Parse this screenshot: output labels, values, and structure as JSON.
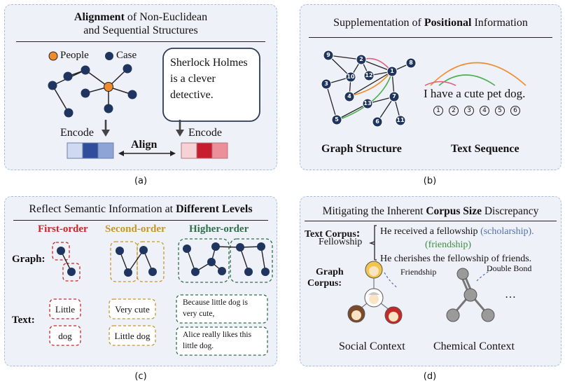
{
  "panel_a": {
    "title_bold": "Alignment",
    "title_rest_line1": " of Non-Euclidean",
    "title_line2": "and Sequential Structures",
    "legend_people": "People",
    "legend_case": "Case",
    "quote": "Sherlock Holmes is a clever detective.",
    "encode_left": "Encode",
    "encode_right": "Encode",
    "align": "Align",
    "caption": "(a)"
  },
  "panel_b": {
    "title_pre": "Supplementation of ",
    "title_bold": "Positional",
    "title_post": " Information",
    "node_labels": [
      "9",
      "2",
      "8",
      "1",
      "10",
      "12",
      "3",
      "4",
      "13",
      "7",
      "5",
      "6",
      "11"
    ],
    "sentence": "I have a cute pet dog.",
    "positions": [
      "1",
      "2",
      "3",
      "4",
      "5",
      "6"
    ],
    "label_graph": "Graph Structure",
    "label_text": "Text Sequence",
    "caption": "(b)"
  },
  "panel_c": {
    "title_pre": "Reflect Semantic Information at ",
    "title_bold": "Different Levels",
    "level_first": "First-order",
    "level_second": "Second-order",
    "level_higher": "Higher-order",
    "row_graph": "Graph:",
    "row_text": "Text:",
    "first_text_1": "Little",
    "first_text_2": "dog",
    "second_text_1": "Very cute",
    "second_text_2": "Little dog",
    "higher_text_1": "Because little dog is very cute,",
    "higher_text_2": "Alice really likes this little dog.",
    "colors": {
      "first": "#c62828",
      "second": "#c8952a",
      "higher": "#2f6f4a"
    },
    "caption": "(c)"
  },
  "panel_d": {
    "title_pre": "Mitigating the Inherent ",
    "title_bold": "Corpus Size",
    "title_post": " Discrepancy",
    "text_corpus_label": "Text Corpus",
    "text_corpus_colon": ":",
    "sentence_1": "He received a fellowship ",
    "sentence_1_note": "(scholarship).",
    "word": "Fellowship",
    "middle_note": "(friendship)",
    "sentence_2": "He cherishes the fellowship of friends.",
    "graph_corpus_label_1": "Graph",
    "graph_corpus_label_2": "Corpus:",
    "friendship": "Friendship",
    "double_bond": "Double Bond",
    "ellipsis": "…",
    "social_context": "Social Context",
    "chemical_context": "Chemical Context",
    "caption": "(d)"
  }
}
